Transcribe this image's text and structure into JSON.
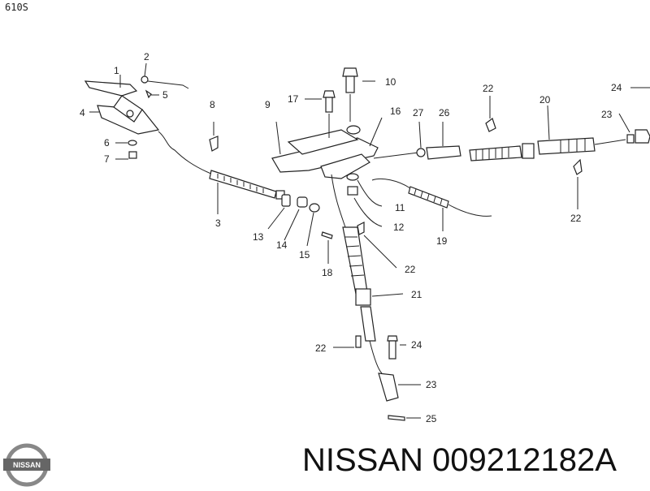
{
  "diagram": {
    "code": "610S",
    "brand_line": "NISSAN 009212182A",
    "logo_text": "NISSAN",
    "callouts": [
      {
        "id": "c1",
        "label": "1"
      },
      {
        "id": "c2",
        "label": "2"
      },
      {
        "id": "c3",
        "label": "3"
      },
      {
        "id": "c4",
        "label": "4"
      },
      {
        "id": "c5",
        "label": "5"
      },
      {
        "id": "c6",
        "label": "6"
      },
      {
        "id": "c7",
        "label": "7"
      },
      {
        "id": "c8",
        "label": "8"
      },
      {
        "id": "c9",
        "label": "9"
      },
      {
        "id": "c10",
        "label": "10"
      },
      {
        "id": "c11",
        "label": "11"
      },
      {
        "id": "c12",
        "label": "12"
      },
      {
        "id": "c13",
        "label": "13"
      },
      {
        "id": "c14",
        "label": "14"
      },
      {
        "id": "c15",
        "label": "15"
      },
      {
        "id": "c16",
        "label": "16"
      },
      {
        "id": "c17",
        "label": "17"
      },
      {
        "id": "c18",
        "label": "18"
      },
      {
        "id": "c19",
        "label": "19"
      },
      {
        "id": "c20",
        "label": "20"
      },
      {
        "id": "c21",
        "label": "21"
      },
      {
        "id": "c22a",
        "label": "22"
      },
      {
        "id": "c22b",
        "label": "22"
      },
      {
        "id": "c22c",
        "label": "22"
      },
      {
        "id": "c22d",
        "label": "22"
      },
      {
        "id": "c23a",
        "label": "23"
      },
      {
        "id": "c23b",
        "label": "23"
      },
      {
        "id": "c24a",
        "label": "24"
      },
      {
        "id": "c24b",
        "label": "24"
      },
      {
        "id": "c25",
        "label": "25"
      },
      {
        "id": "c26",
        "label": "26"
      },
      {
        "id": "c27",
        "label": "27"
      }
    ]
  }
}
